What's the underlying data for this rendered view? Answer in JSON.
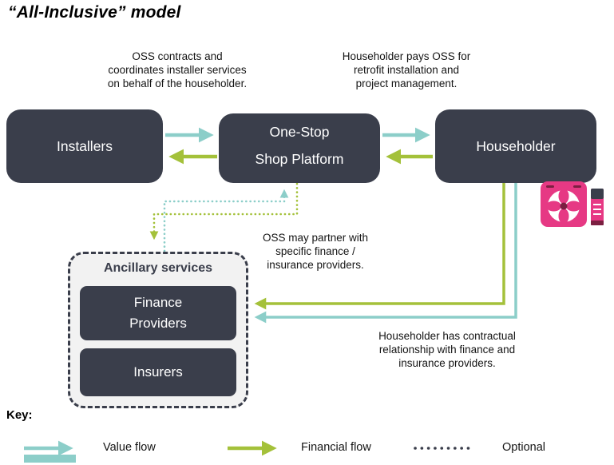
{
  "title": "“All-Inclusive” model",
  "colors": {
    "node_background": "#3A3E4B",
    "value_flow": "#8CCEC9",
    "financial_flow": "#A4C13A",
    "optional_flow": "#3A3E4B",
    "heat_pump_pink": "#E63984",
    "heat_pump_dark": "#7B1F41",
    "ancillary_background": "#F2F2F2"
  },
  "nodes": {
    "installers": "Installers",
    "oss_line1": "One-Stop",
    "oss_line2": "Shop Platform",
    "householder": "Householder"
  },
  "ancillary": {
    "title": "Ancillary services",
    "finance_providers": "Finance Providers",
    "insurers": "Insurers"
  },
  "annotations": {
    "oss_contracts": [
      "OSS contracts and",
      "coordinates installer services",
      "on behalf of the householder."
    ],
    "householder_pays": [
      "Householder pays OSS for",
      "retrofit installation and",
      "project management."
    ],
    "oss_partner": [
      "OSS may partner with",
      "specific finance /",
      "insurance providers."
    ],
    "householder_contract": [
      "Householder has contractual",
      "relationship with finance and",
      "insurance providers."
    ]
  },
  "key": {
    "label": "Key:",
    "items": [
      {
        "label": "Value flow",
        "icon": "value-flow-arrow"
      },
      {
        "label": "Financial flow",
        "icon": "financial-flow-arrow"
      },
      {
        "label": "Optional",
        "icon": "optional-dotted-line"
      }
    ]
  },
  "icons": {
    "heat_pump": "heat-pump"
  }
}
